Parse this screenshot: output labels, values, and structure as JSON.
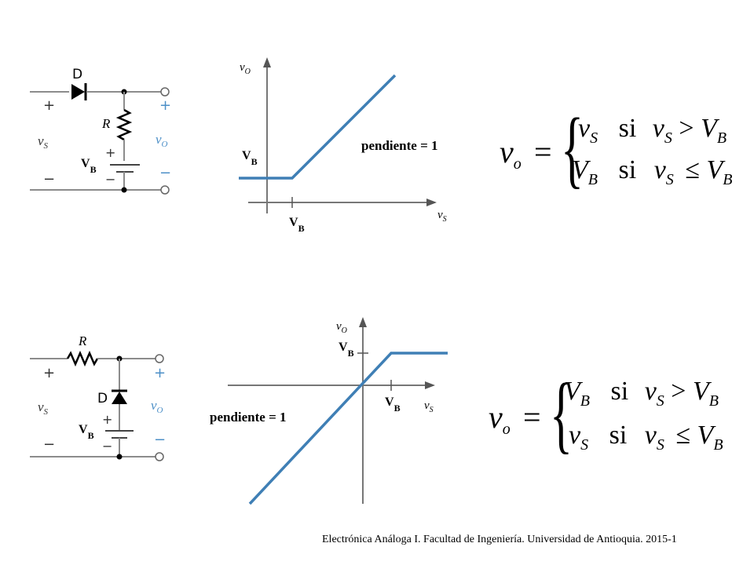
{
  "circuit_top": {
    "diode_label": "D",
    "resistor_label": "R",
    "battery_label": "V",
    "battery_sub": "B",
    "vs_label": "v",
    "vs_sub": "S",
    "vo_label": "v",
    "vo_sub": "O",
    "plus": "+",
    "minus": "−"
  },
  "graph_top": {
    "y_axis_label": "v",
    "y_axis_sub": "O",
    "x_axis_label": "v",
    "x_axis_sub": "S",
    "level_label": "V",
    "level_sub": "B",
    "tick_label": "V",
    "tick_sub": "B",
    "slope_label": "pendiente = 1"
  },
  "equation_top": {
    "lhs": "v",
    "lhs_sub": "o",
    "equals": "=",
    "row1": [
      "v",
      "S",
      "si",
      "v",
      "S",
      ">",
      "V",
      "B"
    ],
    "row2": [
      "V",
      "B",
      "si",
      "v",
      "S",
      "≤",
      "V",
      "B"
    ]
  },
  "circuit_bottom": {
    "diode_label": "D",
    "resistor_label": "R",
    "battery_label": "V",
    "battery_sub": "B",
    "vs_label": "v",
    "vs_sub": "S",
    "vo_label": "v",
    "vo_sub": "O",
    "plus": "+",
    "minus": "−"
  },
  "graph_bottom": {
    "y_axis_label": "v",
    "y_axis_sub": "O",
    "x_axis_label": "v",
    "x_axis_sub": "S",
    "level_label": "V",
    "level_sub": "B",
    "tick_label": "V",
    "tick_sub": "B",
    "slope_label": "pendiente = 1"
  },
  "equation_bottom": {
    "lhs": "v",
    "lhs_sub": "o",
    "equals": "=",
    "row1": [
      "V",
      "B",
      "si",
      "v",
      "S",
      ">",
      "V",
      "B"
    ],
    "row2": [
      "v",
      "S",
      "si",
      "v",
      "S",
      "≤",
      "V",
      "B"
    ]
  },
  "footer": "Electrónica Análoga I.  Facultad de Ingeniería. Universidad de Antioquia.  2015-1",
  "colors": {
    "wire": "#8c8c8c",
    "curve": "#3f7fb5",
    "label_blue": "#4c8fc7",
    "ink": "#000000"
  }
}
